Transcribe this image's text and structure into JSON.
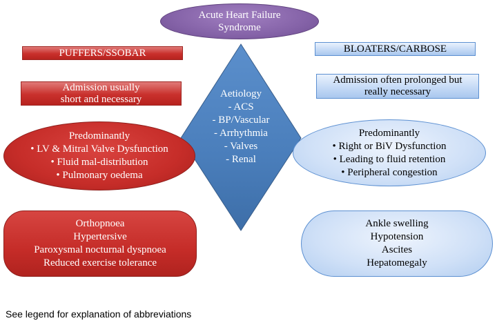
{
  "top": {
    "line1": "Acute Heart Failure",
    "line2": "Syndrome"
  },
  "left": {
    "header": "PUFFERS/SSOBAR",
    "admission": [
      "Admission usually",
      "short and necessary"
    ],
    "predominant": [
      "Predominantly",
      "• LV & Mitral Valve Dysfunction",
      "• Fluid mal-distribution",
      "• Pulmonary oedema"
    ],
    "signs": [
      "Orthopnoea",
      "Hypertersive",
      "Paroxysmal nocturnal dyspnoea",
      "Reduced exercise tolerance"
    ]
  },
  "right": {
    "header": "BLOATERS/CARBOSE",
    "admission": [
      "Admission often prolonged but",
      "really necessary"
    ],
    "predominant": [
      "Predominantly",
      "• Right or BiV Dysfunction",
      "• Leading to fluid retention",
      "• Peripheral congestion"
    ],
    "signs": [
      "Ankle swelling",
      "Hypotension",
      "Ascites",
      "Hepatomegaly"
    ]
  },
  "center": {
    "lines": [
      "Aetiology",
      "- ACS",
      "- BP/Vascular",
      "- Arrhythmia",
      "- Valves",
      "- Renal"
    ]
  },
  "footer": "See legend for explanation of abbreviations",
  "colors": {
    "red": "#c62d29",
    "blue_light": "#cfe0f7",
    "blue_border": "#5b8fd1",
    "diamond": "#4a7ebb",
    "purple": "#8563a8"
  }
}
